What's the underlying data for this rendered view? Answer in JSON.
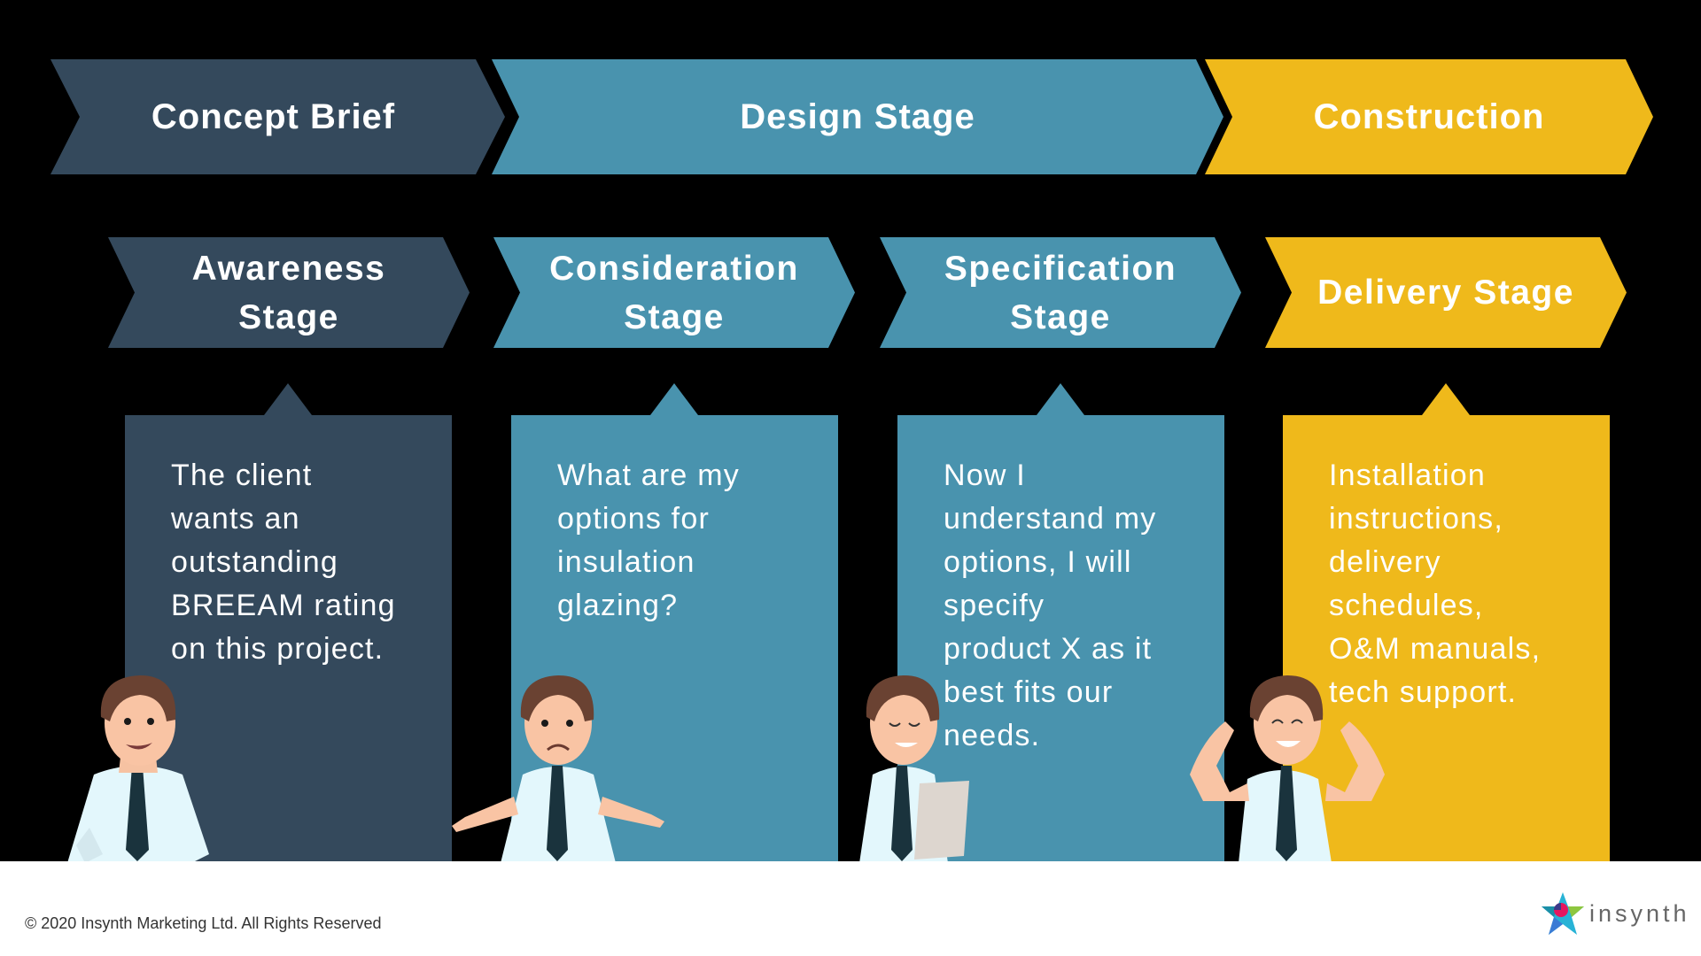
{
  "phases": [
    {
      "label": "Concept Brief",
      "color": "#34495c"
    },
    {
      "label": "Design Stage",
      "color": "#4993ae"
    },
    {
      "label": "Construction",
      "color": "#efb91b"
    }
  ],
  "stages": [
    {
      "label": "Awareness\nStage",
      "line1": "Awareness",
      "line2": "Stage",
      "color": "#34495c"
    },
    {
      "label": "Consideration\nStage",
      "line1": "Consideration",
      "line2": "Stage",
      "color": "#4993ae"
    },
    {
      "label": "Specification\nStage",
      "line1": "Specification",
      "line2": "Stage",
      "color": "#4993ae"
    },
    {
      "label": "Delivery Stage",
      "line1": "Delivery Stage",
      "color": "#efb91b"
    }
  ],
  "boxes": [
    {
      "text": "The client\nwants an\noutstanding\nBREEAM rating\non this project.",
      "character": "happy-talking-person"
    },
    {
      "text": "What are my\noptions for\ninsulation\nglazing?",
      "character": "confused-shrugging-person"
    },
    {
      "text": "Now I\nunderstand my\noptions, I will\nspecify\nproduct X as it\nbest fits our\nneeds.",
      "character": "person-reading-document"
    },
    {
      "text": "Installation\ninstructions,\ndelivery\nschedules,\nO&M manuals,\ntech support.",
      "character": "celebrating-person"
    }
  ],
  "footer": {
    "copyright": "© 2020 Insynth Marketing Ltd. All Rights Reserved",
    "logo_text": "insynth"
  },
  "colors": {
    "dark": "#34495c",
    "teal": "#4993ae",
    "gold": "#efb91b",
    "background": "#000000"
  }
}
